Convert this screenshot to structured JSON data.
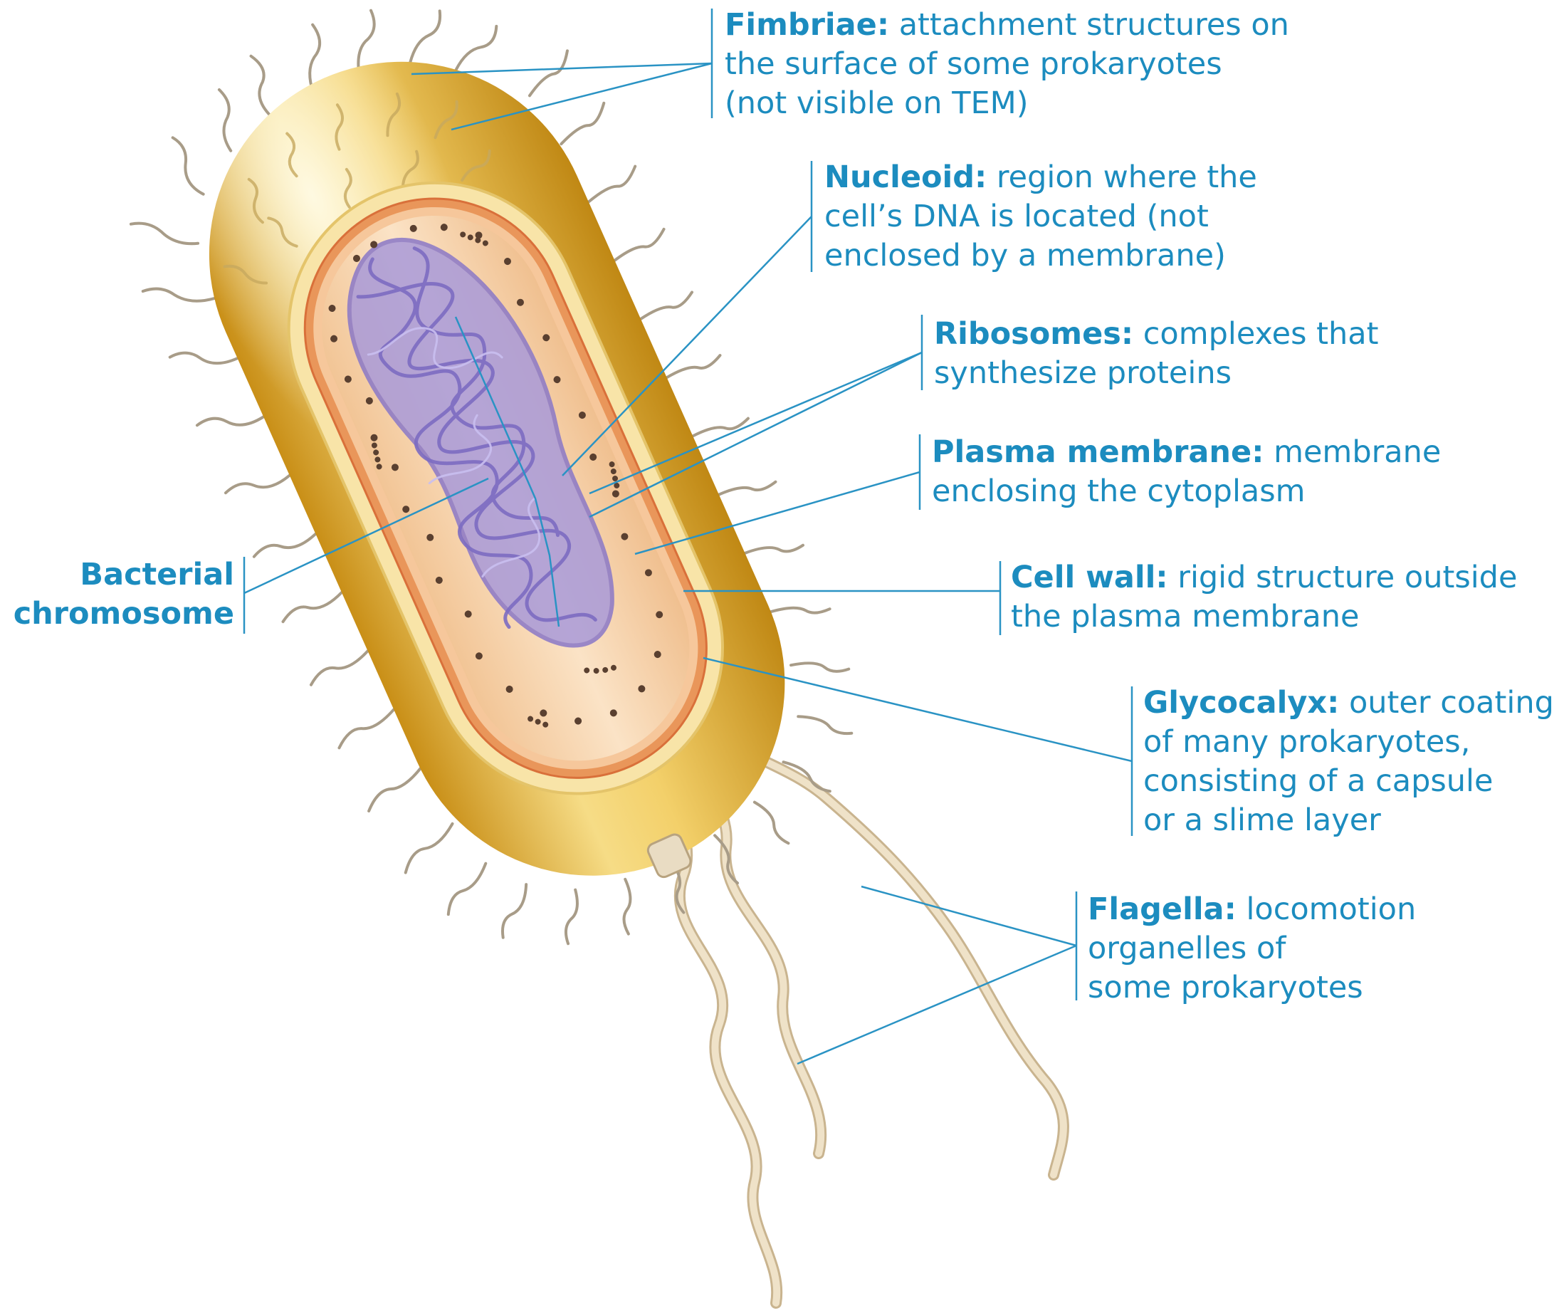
{
  "colors": {
    "label_text": "#1c8cbf",
    "leader_line": "#2a93c4",
    "capsule": "#e3b43b",
    "cell_wall": "#f6dd9a",
    "plasma_membrane": "#e5834d",
    "cytoplasm": "#f7d2ad",
    "chromosome": "#9c8fd6",
    "ribosome": "#5a4030",
    "flagellum": "#ead8bd"
  },
  "labels": {
    "fimbriae": {
      "term": "Fimbriae:",
      "line1": "attachment structures on",
      "line2": "the surface of some prokaryotes",
      "line3": "(not visible on TEM)"
    },
    "nucleoid": {
      "term": "Nucleoid:",
      "line1": "region where the",
      "line2": "cell’s DNA is located (not",
      "line3": "enclosed by a membrane)"
    },
    "ribosomes": {
      "term": "Ribosomes:",
      "line1": "complexes that",
      "line2": "synthesize proteins"
    },
    "plasma_membrane": {
      "term": "Plasma membrane:",
      "line1": "membrane",
      "line2": "enclosing the cytoplasm"
    },
    "cell_wall": {
      "term": "Cell wall:",
      "line1": "rigid structure outside",
      "line2": "the plasma membrane"
    },
    "glycocalyx": {
      "term": "Glycocalyx:",
      "line1": "outer coating",
      "line2": "of many prokaryotes,",
      "line3": "consisting of a capsule",
      "line4": "or a slime layer"
    },
    "flagella": {
      "term": "Flagella:",
      "line1": "locomotion",
      "line2": "organelles of",
      "line3": "some prokaryotes"
    },
    "bacterial_chromosome": {
      "line1": "Bacterial",
      "line2": "chromosome"
    }
  }
}
